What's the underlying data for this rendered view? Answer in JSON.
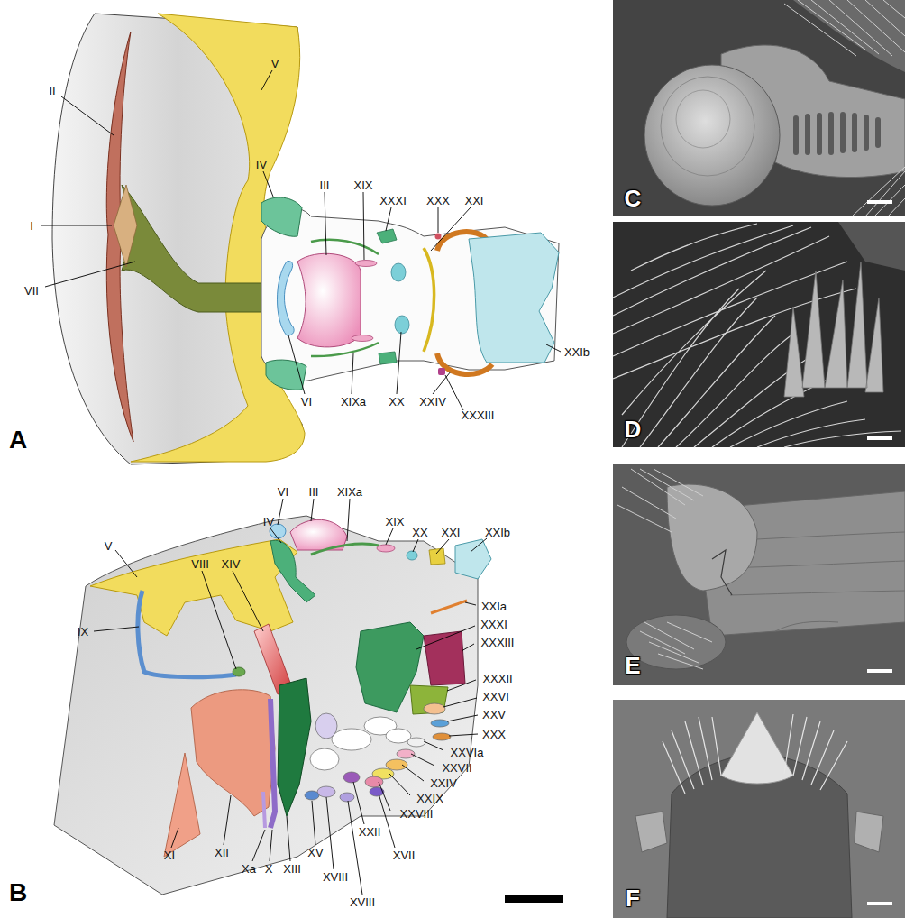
{
  "diagram": {
    "labels": [
      "A",
      "II",
      "V",
      "IV",
      "III",
      "XIX",
      "XXXI",
      "XXX",
      "XXI",
      "I",
      "VII",
      "VI",
      "XIXa",
      "XX",
      "XXIV",
      "XXXIII",
      "XXIb",
      "B",
      "VI",
      "III",
      "XIXa",
      "XIX",
      "XX",
      "XXI",
      "XXIb",
      "IV",
      "XIV",
      "VIII",
      "V",
      "IX",
      "XXIa",
      "XXXI",
      "XXXIII",
      "XXXII",
      "XXVI",
      "XXV",
      "XXX",
      "XXVIa",
      "XXVII",
      "XXIV",
      "XXIX",
      "XXVIII",
      "XXII",
      "XVII",
      "XVIII",
      "XVIII",
      "XV",
      "XIII",
      "X",
      "Xa",
      "XII",
      "XI",
      "C",
      "D",
      "E",
      "F"
    ]
  }
}
